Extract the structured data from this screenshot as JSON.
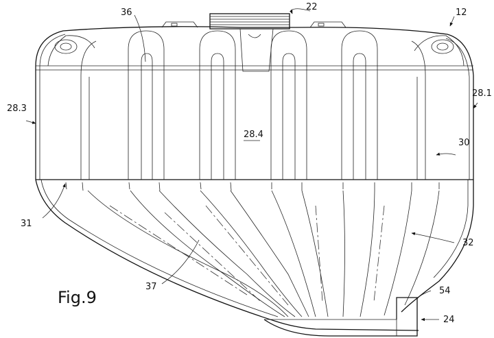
{
  "labels": {
    "l22": "22",
    "l12": "12",
    "l36": "36",
    "l28_1": "28.1",
    "l28_3": "28.3",
    "l28_4": "28.4",
    "l30": "30",
    "l31": "31",
    "l32": "32",
    "l37": "37",
    "l54": "54",
    "l24": "24"
  },
  "figure_label": "Fig.9"
}
